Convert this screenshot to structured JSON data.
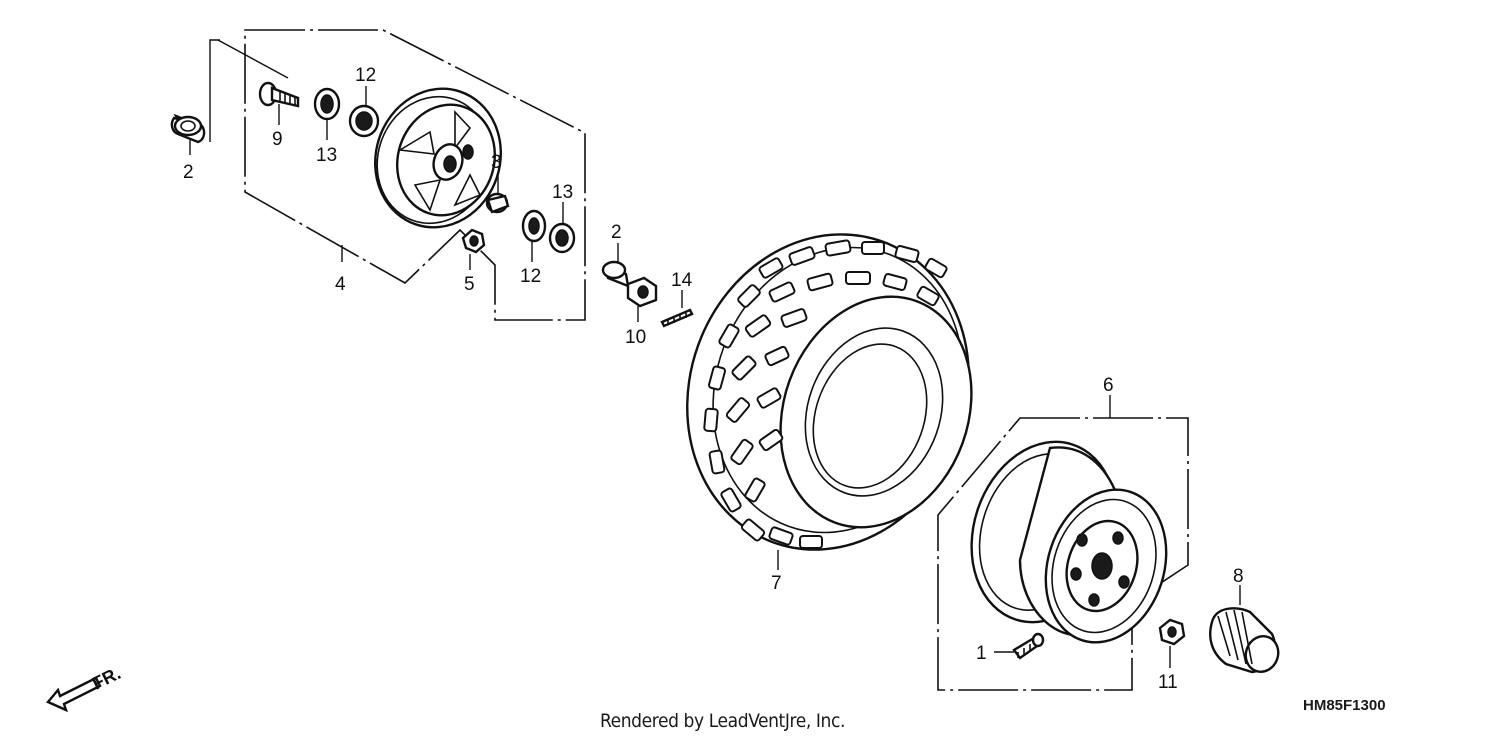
{
  "callouts": {
    "p1": "1",
    "p2a": "2",
    "p2b": "2",
    "p3": "3",
    "p4": "4",
    "p5": "5",
    "p6": "6",
    "p7": "7",
    "p8": "8",
    "p9": "9",
    "p10": "10",
    "p11": "11",
    "p12a": "12",
    "p12b": "12",
    "p13a": "13",
    "p13b": "13",
    "p14": "14"
  },
  "direction_label": "FR.",
  "footer_credit": "Rendered by LeadVentJre, Inc.",
  "diagram_code": "HM85F1300"
}
